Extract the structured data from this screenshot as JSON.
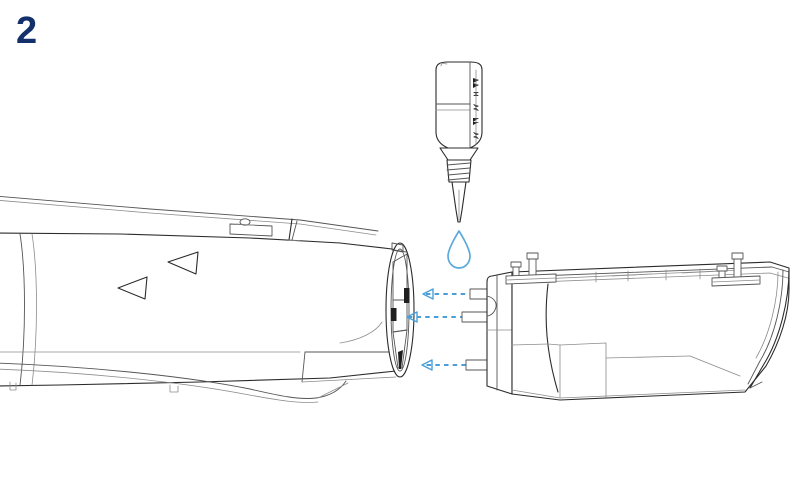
{
  "page": {
    "title": "Model Aircraft Assembly Instruction",
    "step_label": "2",
    "background_color": "#ffffff"
  },
  "colors": {
    "step_number": "#14306b",
    "line_dark": "#2b2b2b",
    "line_medium": "#555555",
    "line_light": "#8c8c8c",
    "accent_blue": "#4a9fd8",
    "droplet_blue": "#5aa9dd",
    "fill_white": "#ffffff",
    "shade_grey": "#d9d9d9"
  },
  "illustration": {
    "name": "fuselage-tail-glue-assembly",
    "description": "Line-art exploded view: aircraft fuselage at left, adhesive bottle dispensing a drop above, tail/stabilizer section at right with alignment arrows",
    "parts": [
      {
        "id": "fuselage",
        "label": "Fuselage",
        "position": "left",
        "features": [
          "canopy-seam",
          "direction-arrow-marker-1",
          "direction-arrow-marker-2",
          "top-hatch-detail",
          "wing-root-fairing",
          "lower-access-panel",
          "rear-elliptical-opening",
          "rear-vertical-slot"
        ]
      },
      {
        "id": "glue-bottle",
        "label": "Adhesive Bottle",
        "position": "top-center",
        "features": [
          "bottle-body",
          "vertical-brand-label",
          "threaded-neck",
          "tapered-nozzle",
          "glue-droplet"
        ]
      },
      {
        "id": "tail-section",
        "label": "Tail / Stabilizer Section",
        "position": "right",
        "features": [
          "mounting-tab-upper",
          "mounting-tab-middle",
          "mounting-tab-lower",
          "alignment-pin-front-a",
          "alignment-pin-front-b",
          "alignment-pin-rear-a",
          "alignment-pin-rear-b",
          "upper-spar-rail",
          "vertical-fin-tip",
          "root-rib"
        ]
      }
    ],
    "arrows": [
      {
        "id": "assembly-arrow-upper",
        "style": "dashed",
        "direction": "left",
        "color": "#4a9fd8"
      },
      {
        "id": "assembly-arrow-middle",
        "style": "dashed",
        "direction": "left",
        "color": "#4a9fd8"
      },
      {
        "id": "assembly-arrow-lower",
        "style": "dashed",
        "direction": "left",
        "color": "#4a9fd8"
      }
    ],
    "markers": [
      {
        "id": "fuselage-marker-arrow-1",
        "shape": "triangle",
        "direction": "left"
      },
      {
        "id": "fuselage-marker-arrow-2",
        "shape": "triangle",
        "direction": "left"
      }
    ]
  }
}
